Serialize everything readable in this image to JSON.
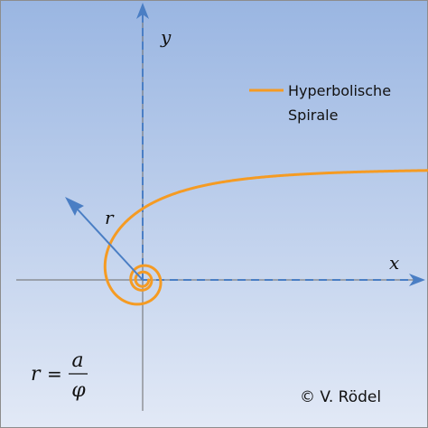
{
  "axes": {
    "x_label": "x",
    "y_label": "y"
  },
  "legend": {
    "line1": "Hyperbolische",
    "line2": "Spirale"
  },
  "radius_label": "r",
  "formula": {
    "lhs": "r",
    "eq": "=",
    "numerator": "a",
    "denominator": "φ"
  },
  "copyright": "© V. Rödel",
  "colors": {
    "spiral": "#f59b23",
    "axis_arrow": "#4a7ec4",
    "axis_line": "#6a6a6a",
    "bg_top": "#9ab6e2",
    "bg_bottom": "#e2e9f6",
    "frame": "#8d8d8d"
  }
}
